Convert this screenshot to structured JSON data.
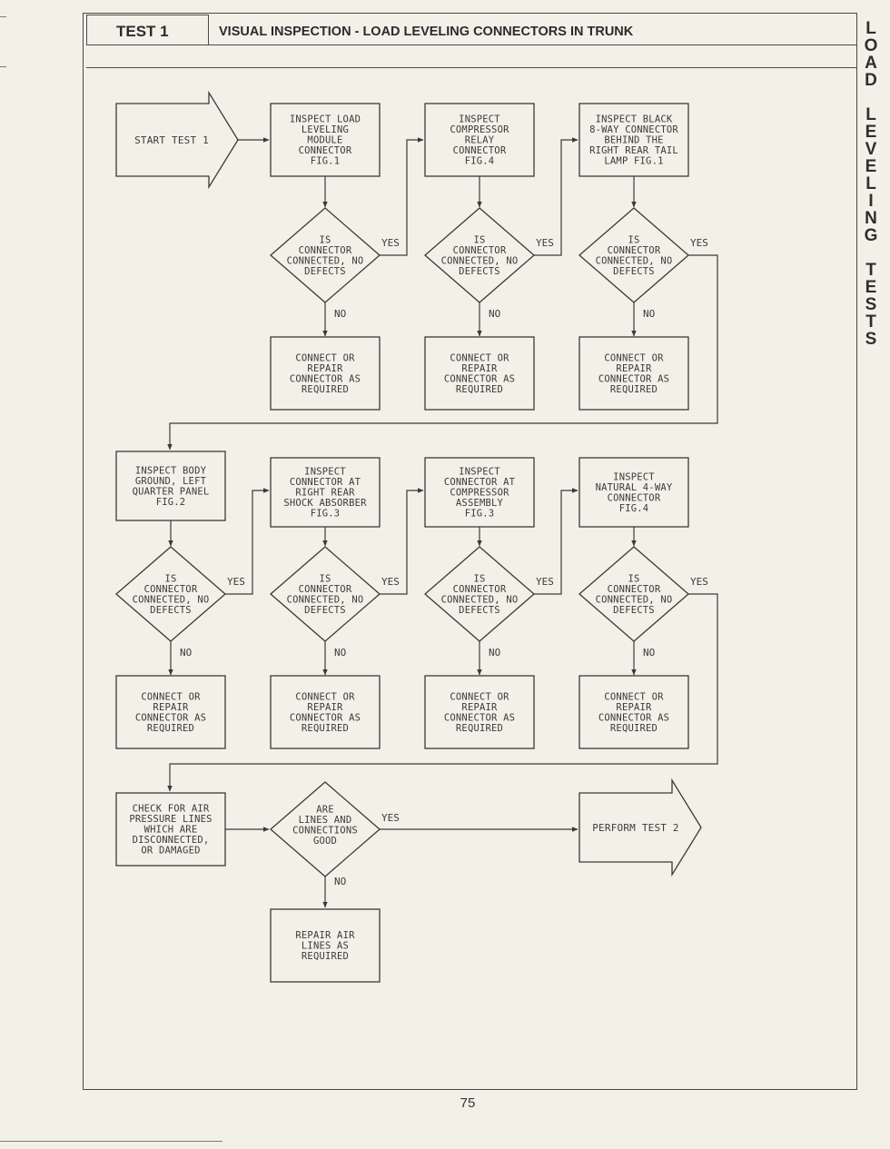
{
  "header": {
    "test_label": "TEST 1",
    "title": "VISUAL INSPECTION - LOAD LEVELING CONNECTORS IN TRUNK"
  },
  "side_tab": {
    "letters": [
      "L",
      "O",
      "A",
      "D",
      "",
      "L",
      "E",
      "V",
      "E",
      "L",
      "I",
      "N",
      "G",
      "",
      "T",
      "E",
      "S",
      "T",
      "S"
    ]
  },
  "page_number": "75",
  "flowchart": {
    "start": "START TEST 1",
    "end": "PERFORM TEST 2",
    "row1": {
      "inspect": [
        "INSPECT LOAD\nLEVELING\nMODULE\nCONNECTOR\nFIG.1",
        "INSPECT\nCOMPRESSOR\nRELAY\nCONNECTOR\nFIG.4",
        "INSPECT BLACK\n8-WAY CONNECTOR\nBEHIND THE\nRIGHT REAR TAIL\nLAMP FIG.1"
      ]
    },
    "row2": {
      "inspect": [
        "INSPECT BODY\nGROUND, LEFT\nQUARTER PANEL\nFIG.2",
        "INSPECT\nCONNECTOR AT\nRIGHT REAR\nSHOCK ABSORBER\nFIG.3",
        "INSPECT\nCONNECTOR AT\nCOMPRESSOR\nASSEMBLY\nFIG.3",
        "INSPECT\nNATURAL 4-WAY\nCONNECTOR\nFIG.4"
      ]
    },
    "decision_connector": "IS\nCONNECTOR\nCONNECTED, NO\nDEFECTS",
    "action_repair_connector": "CONNECT OR\nREPAIR\nCONNECTOR AS\nREQUIRED",
    "row3": {
      "check": "CHECK FOR AIR\nPRESSURE LINES\nWHICH ARE\nDISCONNECTED,\nOR DAMAGED",
      "decision": "ARE\nLINES AND\nCONNECTIONS\nGOOD",
      "repair": "REPAIR AIR\nLINES AS\nREQUIRED"
    },
    "yes": "YES",
    "no": "NO"
  },
  "colors": {
    "ink": "#3a3a3a",
    "paper": "#f3f0e8"
  }
}
